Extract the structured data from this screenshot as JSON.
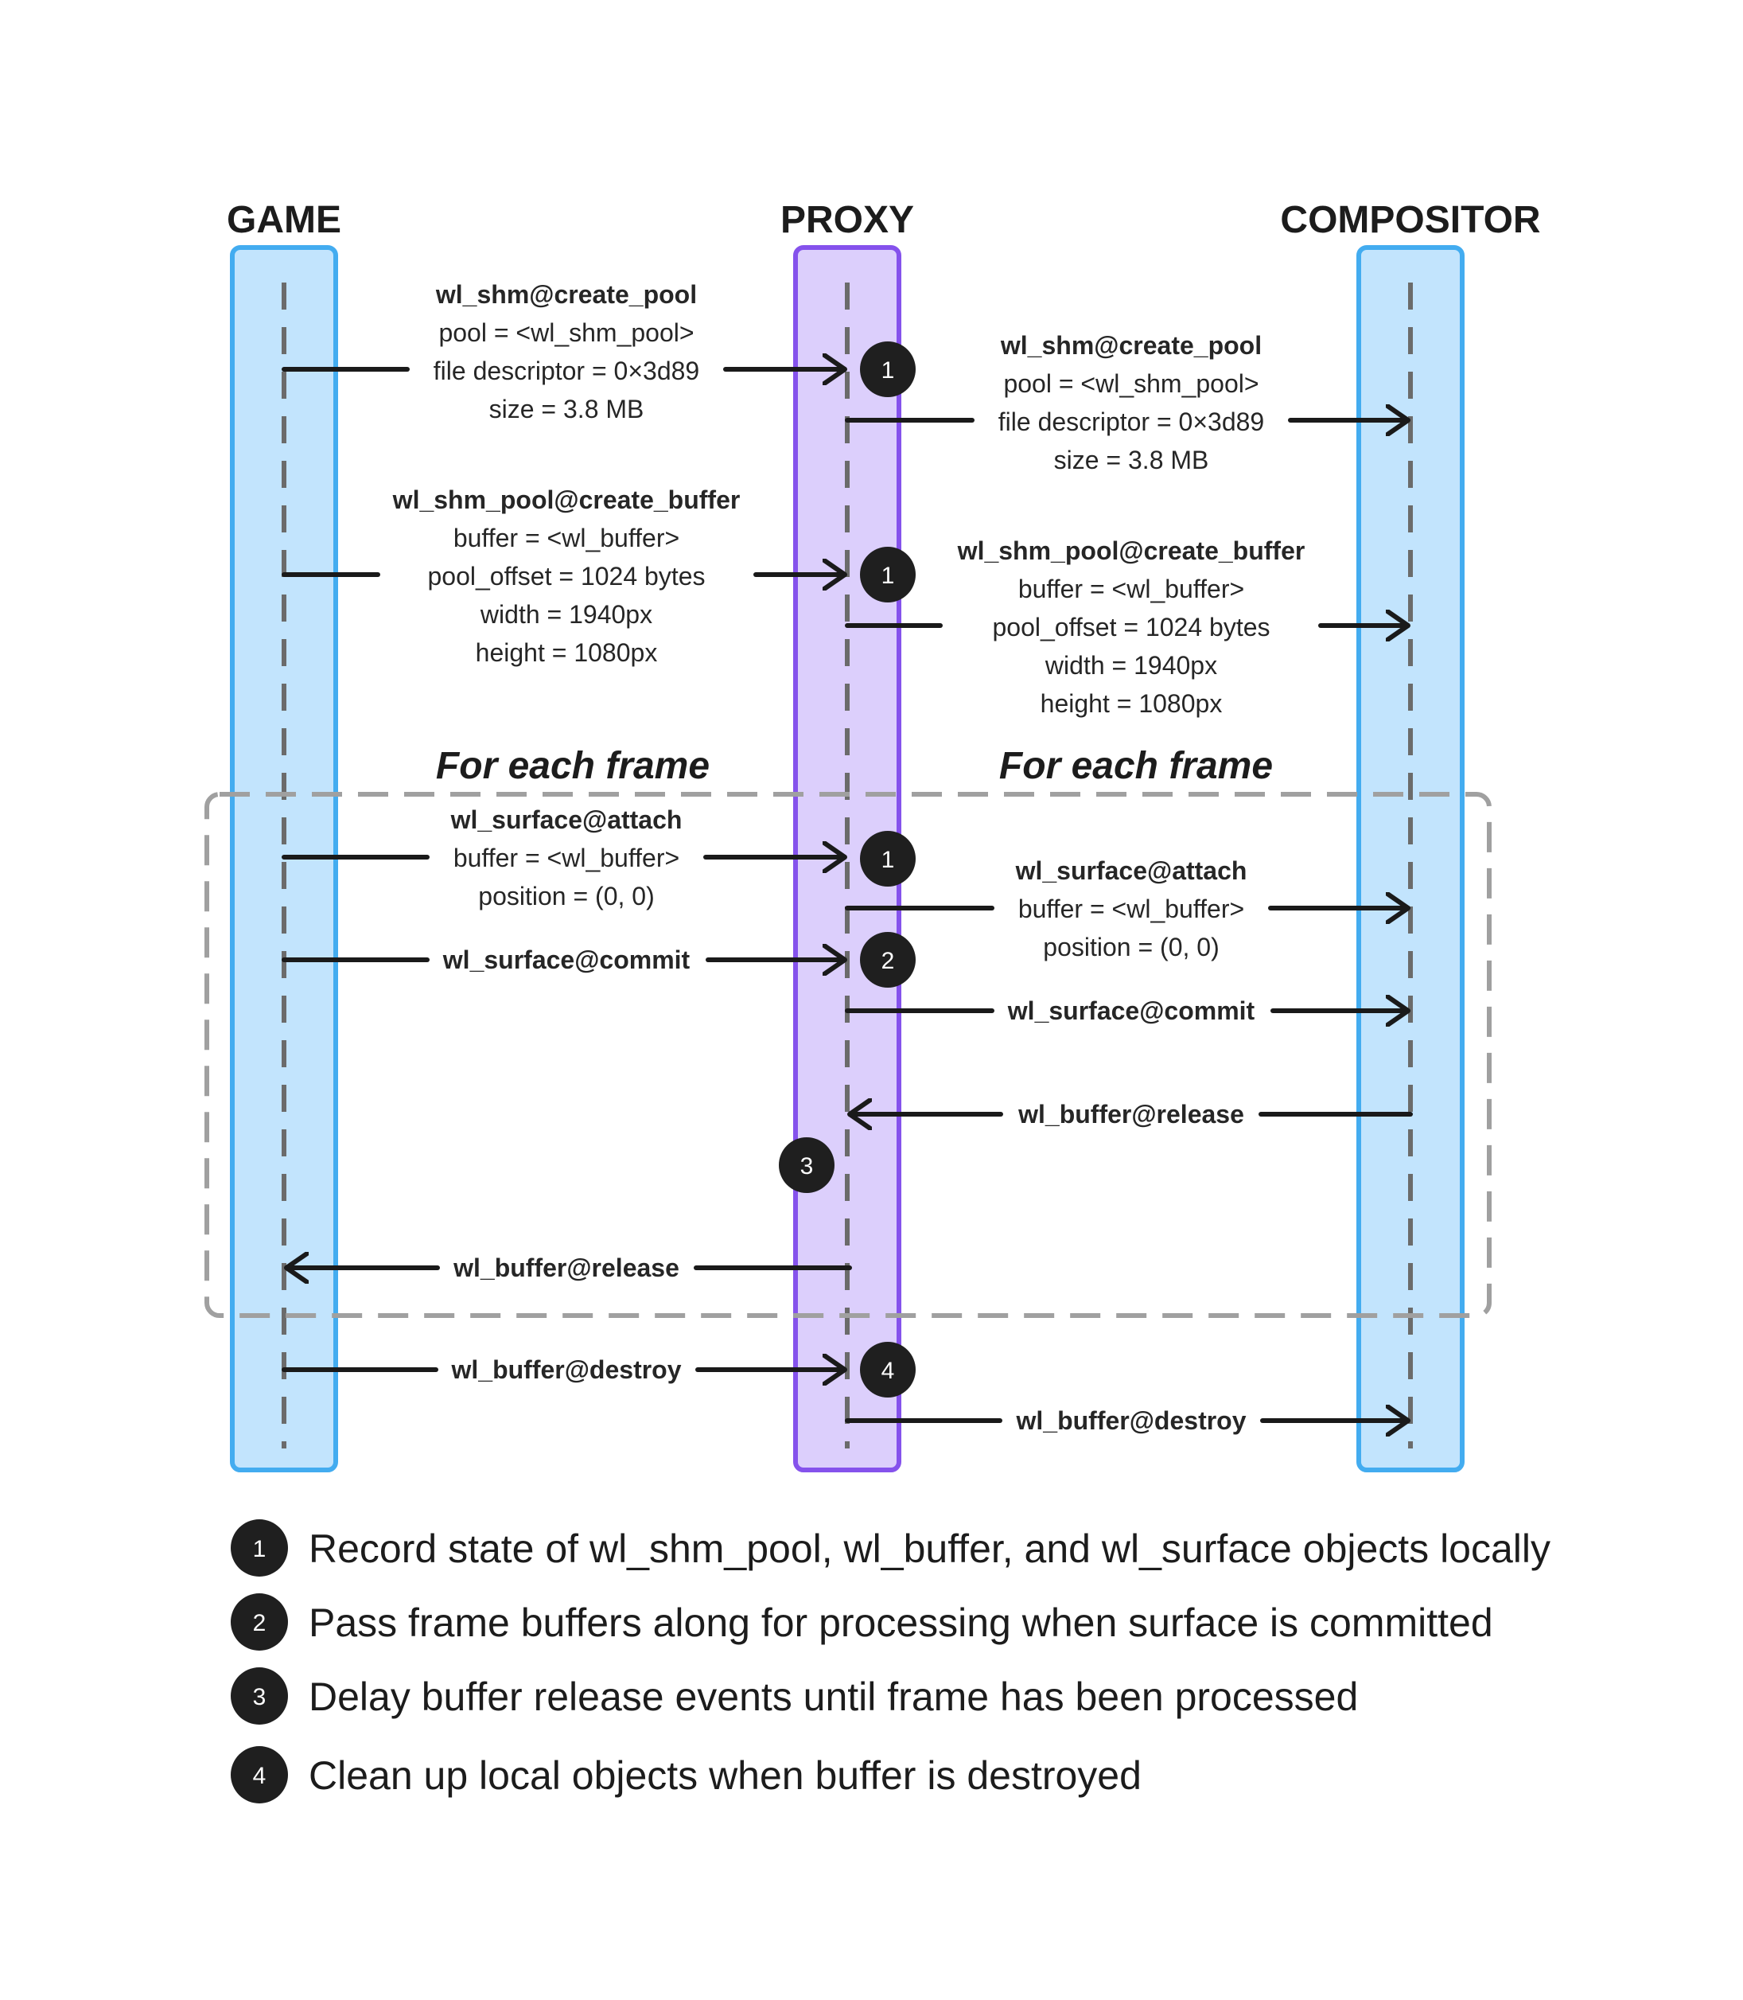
{
  "lifelines": [
    {
      "id": "game",
      "title": "GAME",
      "fill": "#c2e4fd",
      "stroke": "#43acf0"
    },
    {
      "id": "proxy",
      "title": "PROXY",
      "fill": "#dccffc",
      "stroke": "#8552ec"
    },
    {
      "id": "compositor",
      "title": "COMPOSITOR",
      "fill": "#c2e4fd",
      "stroke": "#43acf0"
    }
  ],
  "loops": [
    {
      "label_left": "For each frame",
      "label_right": "For each frame"
    }
  ],
  "messages": [
    {
      "from": "game",
      "to": "proxy",
      "name": "wl_shm@create_pool",
      "args": [
        "pool = <wl_shm_pool>",
        "file descriptor = 0×3d89",
        "size = 3.8 MB"
      ],
      "badge": "1"
    },
    {
      "from": "proxy",
      "to": "compositor",
      "name": "wl_shm@create_pool",
      "args": [
        "pool = <wl_shm_pool>",
        "file descriptor = 0×3d89",
        "size = 3.8 MB"
      ]
    },
    {
      "from": "game",
      "to": "proxy",
      "name": "wl_shm_pool@create_buffer",
      "args": [
        "buffer = <wl_buffer>",
        "pool_offset = 1024 bytes",
        "width = 1940px",
        "height = 1080px"
      ],
      "badge": "1"
    },
    {
      "from": "proxy",
      "to": "compositor",
      "name": "wl_shm_pool@create_buffer",
      "args": [
        "buffer = <wl_buffer>",
        "pool_offset = 1024 bytes",
        "width = 1940px",
        "height = 1080px"
      ]
    },
    {
      "from": "game",
      "to": "proxy",
      "name": "wl_surface@attach",
      "args": [
        "buffer = <wl_buffer>",
        "position = (0, 0)"
      ],
      "badge": "1"
    },
    {
      "from": "proxy",
      "to": "compositor",
      "name": "wl_surface@attach",
      "args": [
        "buffer = <wl_buffer>",
        "position = (0, 0)"
      ]
    },
    {
      "from": "game",
      "to": "proxy",
      "name": "wl_surface@commit",
      "args": [],
      "badge": "2"
    },
    {
      "from": "proxy",
      "to": "compositor",
      "name": "wl_surface@commit",
      "args": []
    },
    {
      "from": "compositor",
      "to": "proxy",
      "name": "wl_buffer@release",
      "args": []
    },
    {
      "from": "proxy",
      "to": "game",
      "name": "wl_buffer@release",
      "args": []
    },
    {
      "from": "game",
      "to": "proxy",
      "name": "wl_buffer@destroy",
      "args": [],
      "badge": "4"
    },
    {
      "from": "proxy",
      "to": "compositor",
      "name": "wl_buffer@destroy",
      "args": []
    }
  ],
  "extra_badges": [
    {
      "lifeline": "proxy",
      "label": "3"
    }
  ],
  "legend": [
    {
      "badge": "1",
      "text": "Record state of wl_shm_pool, wl_buffer, and wl_surface objects locally"
    },
    {
      "badge": "2",
      "text": "Pass frame buffers along for processing when surface is committed"
    },
    {
      "badge": "3",
      "text": "Delay buffer release events until frame has been processed"
    },
    {
      "badge": "4",
      "text": "Clean up local objects when buffer is destroyed"
    }
  ],
  "colors": {
    "arrow": "#1a1a1a",
    "badge": "#1f1f1f",
    "loop_border": "#a0a0a0",
    "lifeline_dash": "#6b6b6b"
  }
}
